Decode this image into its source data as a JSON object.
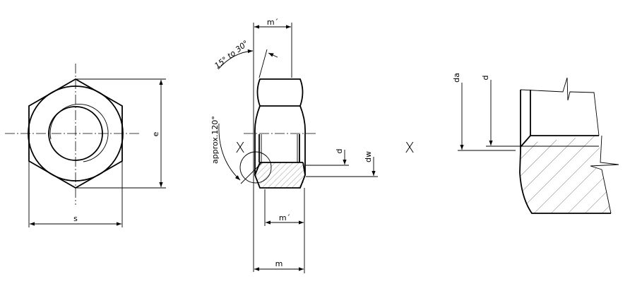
{
  "drawing": {
    "subject": "Hex nut technical drawing",
    "front_view": {
      "dim_width": "s",
      "dim_across_corners": "e"
    },
    "side_view": {
      "dim_top": "m´",
      "dim_bottom_inner": "m´",
      "dim_bottom": "m",
      "angle_chamfer": "15° to 30°",
      "angle_countersink": "approx.120°",
      "detail_marker": "X",
      "dim_thread": "d",
      "dim_bearing": "dw"
    },
    "detail_view": {
      "title": "X",
      "dim_da": "da",
      "dim_d": "d"
    }
  }
}
